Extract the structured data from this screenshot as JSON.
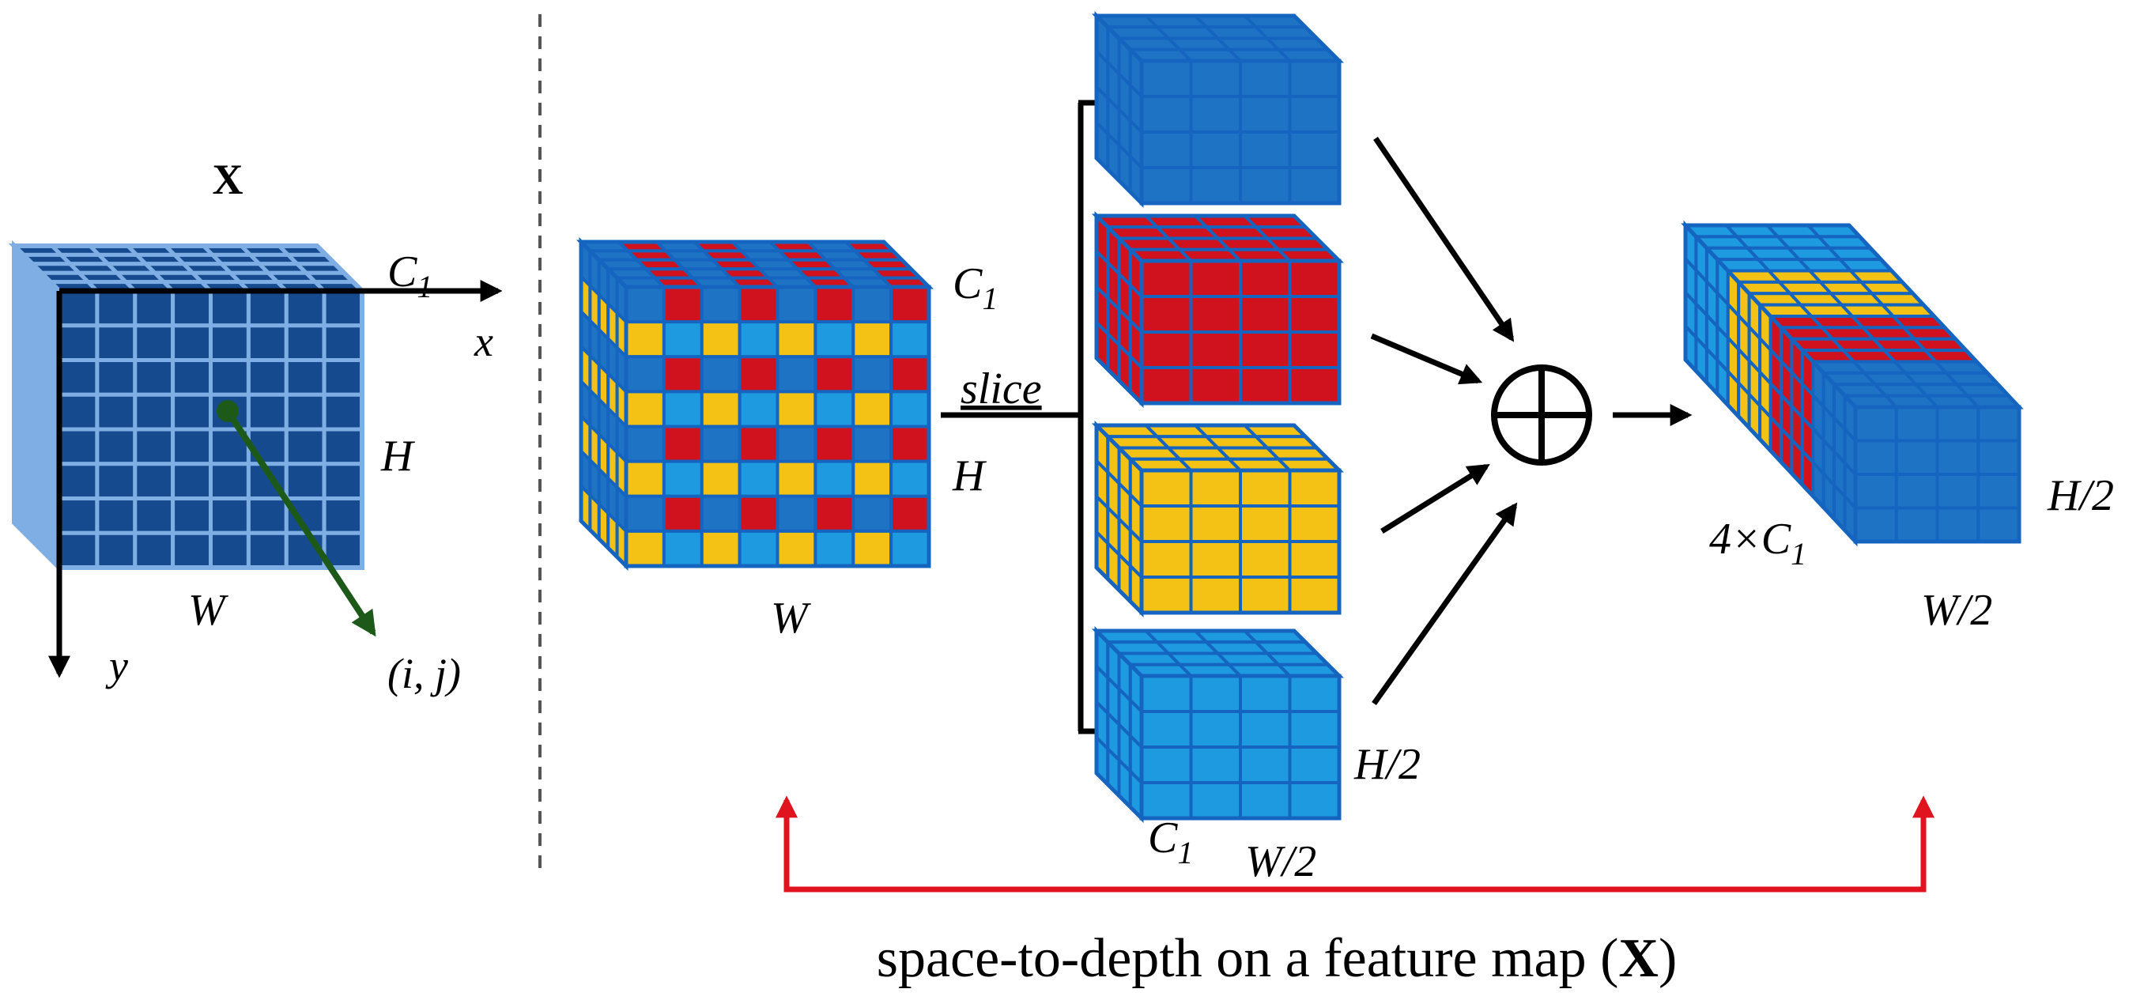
{
  "labels": {
    "x_title": "X",
    "c1": "C",
    "c1_sub": "1",
    "x_axis": "x",
    "y_axis": "y",
    "h": "H",
    "w": "W",
    "ij": "(i, j)",
    "slice": "slice",
    "h_half": "H/2",
    "w_half": "W/2",
    "four_c1_prefix": "4×C",
    "caption_main": "space-to-depth on a feature map (",
    "caption_bold": "X",
    "caption_end": ")"
  },
  "colors": {
    "dark_blue": "#1565c0",
    "mid_blue": "#1e73c4",
    "light_blue": "#1e9be0",
    "grid_line": "#5aa0e0",
    "red": "#d0121f",
    "yellow": "#f3c214",
    "pale_blue": "#7eaee3",
    "navy": "#164a8f",
    "green": "#1d5a1a",
    "caption_red": "#e0141e"
  }
}
